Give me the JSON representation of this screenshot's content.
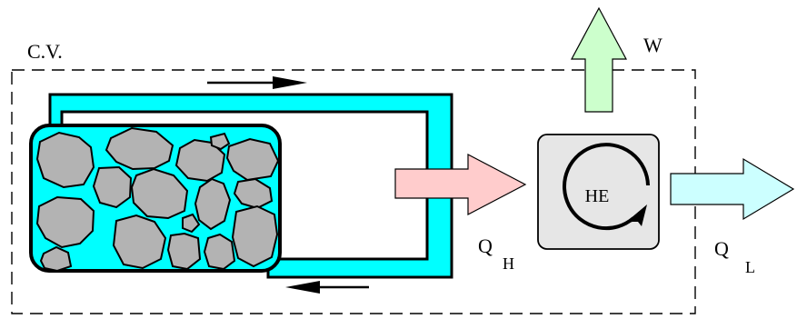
{
  "diagram": {
    "control_volume_label": "C.V.",
    "work_label": "W",
    "heat_engine_label": "HE",
    "q_hot": {
      "symbol": "Q",
      "subscript": "H"
    },
    "q_low": {
      "symbol": "Q",
      "subscript": "L"
    }
  },
  "colors": {
    "loop_fill": "#00ffff",
    "rock_fill": "#b3b3b3",
    "q_hot_arrow": "#ffcccc",
    "q_low_arrow": "#ccffff",
    "work_arrow": "#ccffcc",
    "heat_engine_box": "#e6e6e6",
    "outline": "#000000"
  },
  "icons": {
    "flow_top": "arrow-right-icon",
    "flow_bottom": "arrow-left-icon",
    "engine_cycle": "circular-arrow-icon"
  }
}
